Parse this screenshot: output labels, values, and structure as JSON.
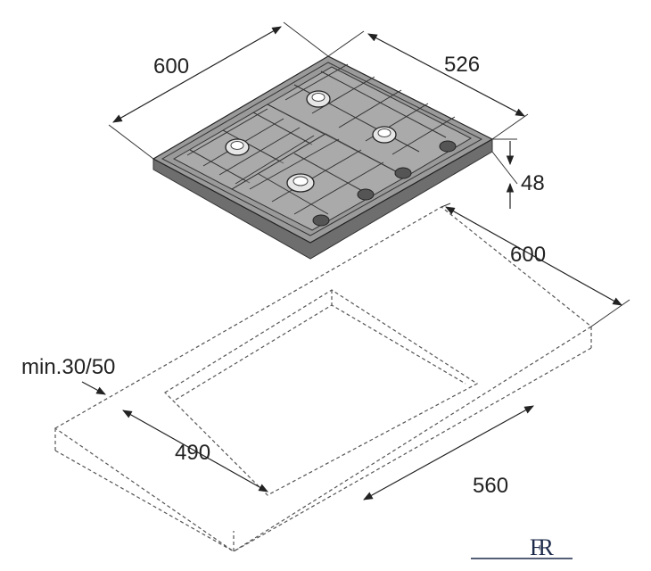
{
  "dimensions": {
    "hob_width": "600",
    "hob_depth": "526",
    "hob_height": "48",
    "cabinet_depth": "600",
    "clearance": "min.30/50",
    "cutout_depth": "490",
    "cutout_width": "560"
  },
  "logo": {
    "text": "FR"
  },
  "colors": {
    "hob_top": "#9a9a9a",
    "hob_side": "#6e6e6e",
    "line": "#333333"
  }
}
